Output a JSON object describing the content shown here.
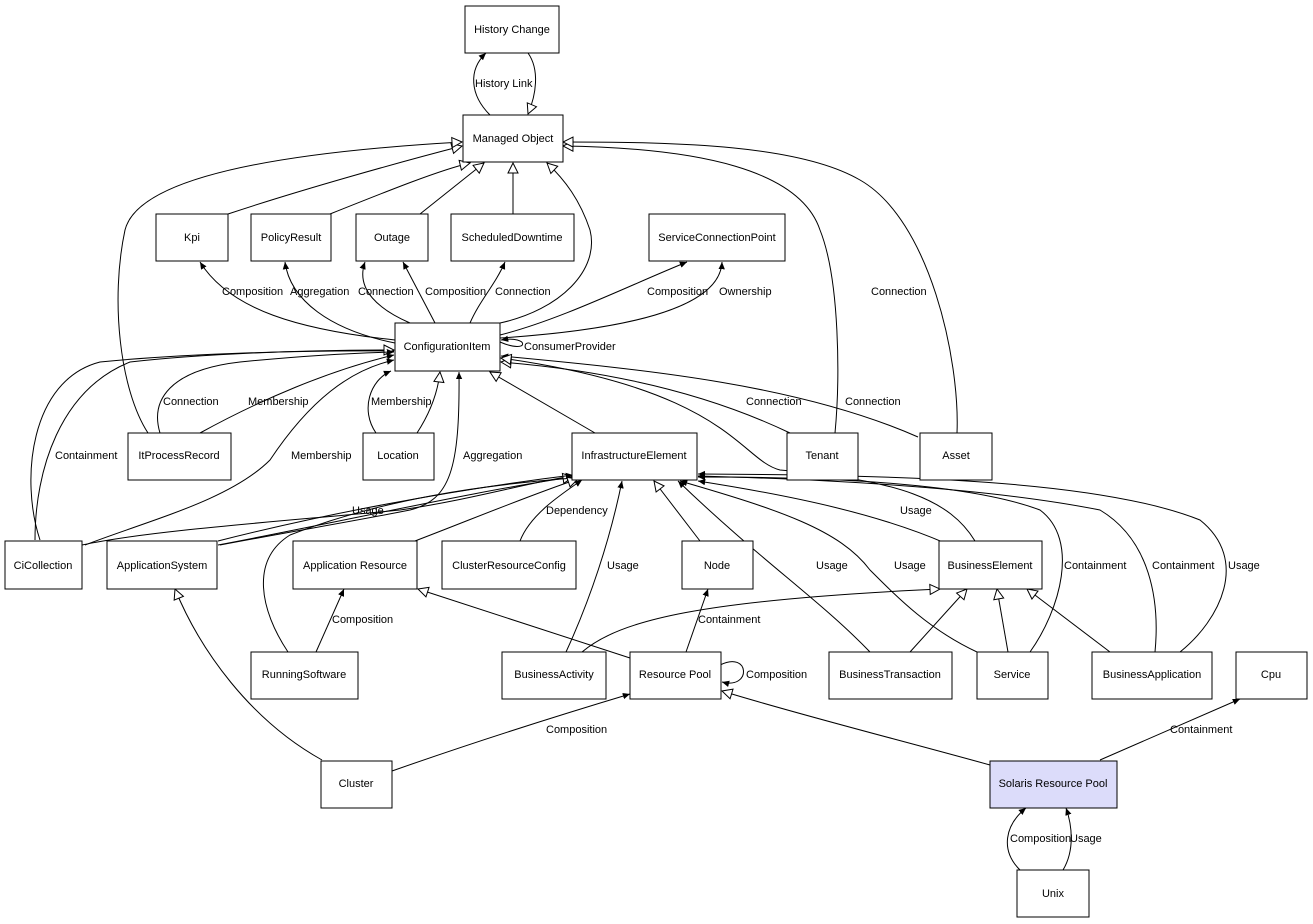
{
  "nodes": {
    "history_change": "History Change",
    "managed_object": "Managed Object",
    "kpi": "Kpi",
    "policy_result": "PolicyResult",
    "outage": "Outage",
    "scheduled_downtime": "ScheduledDowntime",
    "service_connection_point": "ServiceConnectionPoint",
    "configuration_item": "ConfigurationItem",
    "it_process_record": "ItProcessRecord",
    "location": "Location",
    "infrastructure_element": "InfrastructureElement",
    "tenant": "Tenant",
    "asset": "Asset",
    "ci_collection": "CiCollection",
    "application_system": "ApplicationSystem",
    "application_resource": "Application Resource",
    "cluster_resource_config": "ClusterResourceConfig",
    "node": "Node",
    "business_element": "BusinessElement",
    "running_software": "RunningSoftware",
    "business_activity": "BusinessActivity",
    "resource_pool": "Resource Pool",
    "business_transaction": "BusinessTransaction",
    "service": "Service",
    "business_application": "BusinessApplication",
    "cpu": "Cpu",
    "cluster": "Cluster",
    "solaris_resource_pool": "Solaris Resource Pool",
    "unix": "Unix"
  },
  "edge_labels": {
    "history_link": "History Link",
    "composition": "Composition",
    "aggregation": "Aggregation",
    "connection": "Connection",
    "ownership": "Ownership",
    "consumer_provider": "ConsumerProvider",
    "membership": "Membership",
    "containment": "Containment",
    "usage": "Usage",
    "dependency": "Dependency"
  },
  "colors": {
    "highlight_fill": "#dcdcfa",
    "node_fill": "#ffffff",
    "line": "#000000"
  }
}
